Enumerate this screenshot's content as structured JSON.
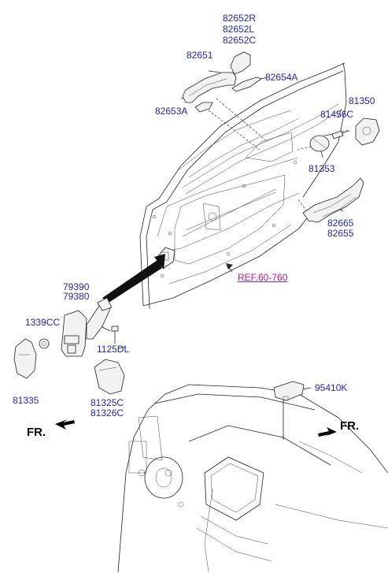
{
  "labels": {
    "p82652R": "82652R",
    "p82652L": "82652L",
    "p82652C": "82652C",
    "p82651": "82651",
    "p82654A": "82654A",
    "p82653A": "82653A",
    "p81350": "81350",
    "p81456C": "81456C",
    "p81353": "81353",
    "p82665": "82665",
    "p82655": "82655",
    "p79390": "79390",
    "p79380": "79380",
    "p1339CC": "1339CC",
    "p1125DL": "1125DL",
    "p81335": "81335",
    "p81325C": "81325C",
    "p81326C": "81326C",
    "p95410K": "95410K"
  },
  "reference": "REF.60-760",
  "direction_left": "FR.",
  "direction_right": "FR."
}
